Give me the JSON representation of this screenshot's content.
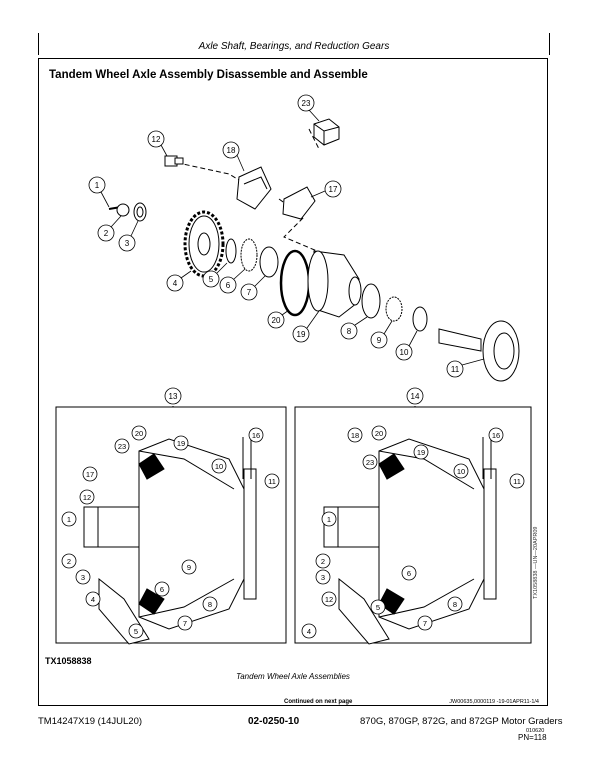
{
  "header": {
    "title": "Axle Shaft, Bearings, and Reduction Gears"
  },
  "section": {
    "title": "Tandem Wheel Axle Assembly Disassemble and Assemble"
  },
  "figure": {
    "id": "TX1058838",
    "side_code": "TX1058838 —UN—20APR09",
    "caption": "Tandem Wheel Axle Assemblies",
    "callouts": {
      "c1": "1",
      "c2": "2",
      "c3": "3",
      "c4": "4",
      "c5": "5",
      "c6": "6",
      "c7": "7",
      "c8": "8",
      "c9": "9",
      "c10": "10",
      "c11": "11",
      "c12": "12",
      "c13": "13",
      "c14": "14",
      "c16": "16",
      "c17": "17",
      "c18": "18",
      "c19": "19",
      "c20": "20",
      "c23": "23"
    }
  },
  "continued": "Continued on next page",
  "doc_code": "JW00635,0000119 -19-01APR11-1/4",
  "footer": {
    "manual": "TM14247X19 (14JUL20)",
    "page_code": "02-0250-10",
    "models": "870G, 870GP, 872G, and 872GP Motor Graders",
    "small": "010620",
    "page": "PN=118"
  }
}
